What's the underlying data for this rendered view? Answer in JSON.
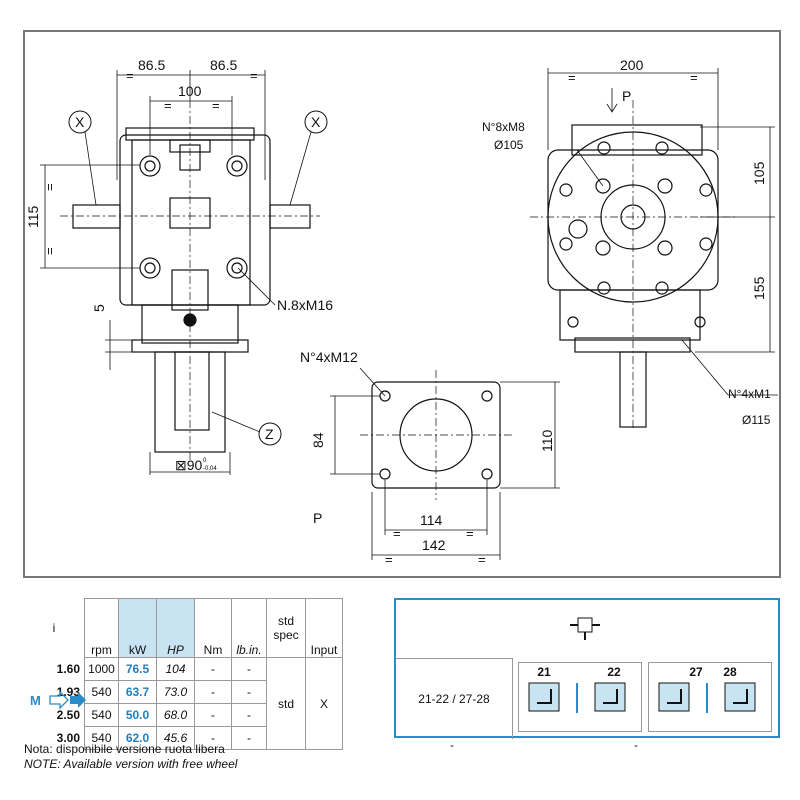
{
  "drawing": {
    "left_view": {
      "dims": {
        "left_half": "86.5",
        "right_half": "86.5",
        "center_span": "100",
        "height": "115",
        "base_offset": "5",
        "shaft_square": "⊠90",
        "tolerance_top": "0",
        "tolerance_bottom": "-0.04"
      },
      "callouts": {
        "x_left": "X",
        "x_right": "X",
        "z": "Z"
      },
      "note_holes": "N.8xM16"
    },
    "right_view": {
      "dims": {
        "width": "200",
        "upper_height": "105",
        "lower_height": "155"
      },
      "p_label": "P",
      "holes_top": "N°8xM8",
      "holes_top_dia": "Ø105",
      "holes_bottom": "N°4xM1",
      "holes_bottom_dia": "Ø115"
    },
    "flange_view": {
      "holes": "N°4xM12",
      "dims": {
        "inner_width": "114",
        "outer_width": "142",
        "inner_height": "84",
        "outer_height": "110"
      },
      "p_label": "P"
    },
    "equal_mark": "="
  },
  "table": {
    "col_i": "i",
    "col_rpm": "rpm",
    "col_kw": "kW",
    "col_hp": "HP",
    "col_nm": "Nm",
    "col_lbin": "lb.in.",
    "col_std_spec": "std spec",
    "col_input": "Input",
    "m_label": "M",
    "rows": [
      {
        "i": "1.60",
        "rpm": "1000",
        "kw": "76.5",
        "hp": "104",
        "nm": "-",
        "lbin": "-"
      },
      {
        "i": "1.93",
        "rpm": "540",
        "kw": "63.7",
        "hp": "73.0",
        "nm": "-",
        "lbin": "-"
      },
      {
        "i": "2.50",
        "rpm": "540",
        "kw": "50.0",
        "hp": "68.0",
        "nm": "-",
        "lbin": "-"
      },
      {
        "i": "3.00",
        "rpm": "540",
        "kw": "62.0",
        "hp": "45.6",
        "nm": "-",
        "lbin": "-"
      }
    ],
    "std_value": "std",
    "input_value": "X",
    "configs": "21-22 / 27-28",
    "config_21": "21",
    "config_22": "22",
    "config_27": "27",
    "config_28": "28",
    "dash1": "-",
    "dash2": "-"
  },
  "notes": {
    "line1": "Nota: disponibile versione ruota libera",
    "line2": "NOTE: Available version with free wheel"
  },
  "colors": {
    "accent": "#2a8cc8",
    "header_bg": "#c8e3f2",
    "line": "#111111"
  }
}
